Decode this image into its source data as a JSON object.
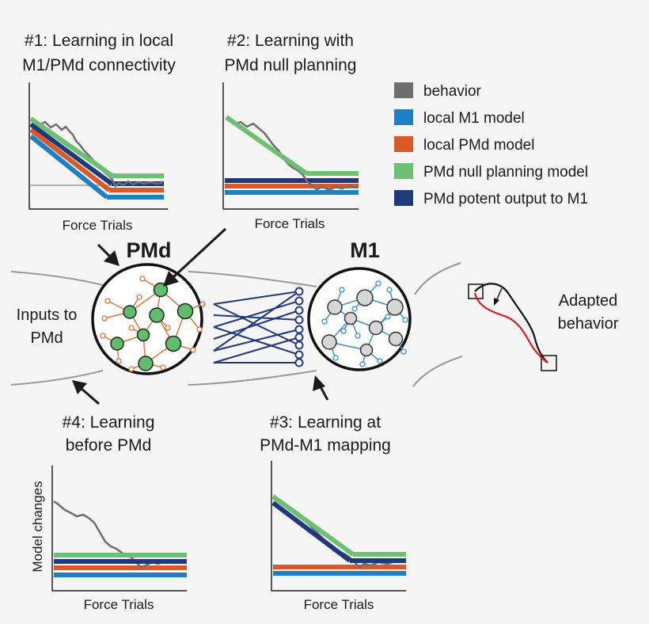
{
  "colors": {
    "behavior": "#6e6e6e",
    "local_m1": "#1d7fc4",
    "local_pmd": "#d95a26",
    "pmd_null": "#6cc071",
    "pmd_potent": "#1f3a7a",
    "pmd_node": "#5fbd6c",
    "m1_node": "#d6d6d6",
    "pmd_edge": "#d9773d",
    "m1_edge": "#3a8fd1",
    "mapping": "#1f3a7a",
    "trajectory_red": "#e41a1c"
  },
  "legend": [
    {
      "label": "behavior",
      "color_key": "behavior"
    },
    {
      "label": "local M1 model",
      "color_key": "local_m1"
    },
    {
      "label": "local PMd model",
      "color_key": "local_pmd"
    },
    {
      "label": "PMd null planning model",
      "color_key": "pmd_null"
    },
    {
      "label": "PMd potent output to M1",
      "color_key": "pmd_potent"
    }
  ],
  "panels": [
    {
      "id": "p1",
      "title_lines": [
        "#1: Learning in local",
        "M1/PMd connectivity"
      ],
      "xlabel": "Force Trials",
      "ylabel": ""
    },
    {
      "id": "p2",
      "title_lines": [
        "#2: Learning with",
        "PMd null planning"
      ],
      "xlabel": "Force Trials",
      "ylabel": ""
    },
    {
      "id": "p3",
      "title_lines": [
        "#3: Learning at",
        "PMd-M1 mapping"
      ],
      "xlabel": "Force Trials",
      "ylabel": ""
    },
    {
      "id": "p4",
      "title_lines": [
        "#4: Learning",
        "before PMd"
      ],
      "xlabel": "Force Trials",
      "ylabel": "Model changes"
    }
  ],
  "regions": {
    "pmd": "PMd",
    "m1": "M1"
  },
  "inputs_label_lines": [
    "Inputs to",
    "PMd"
  ],
  "behavior_label_lines": [
    "Adapted",
    "behavior"
  ]
}
